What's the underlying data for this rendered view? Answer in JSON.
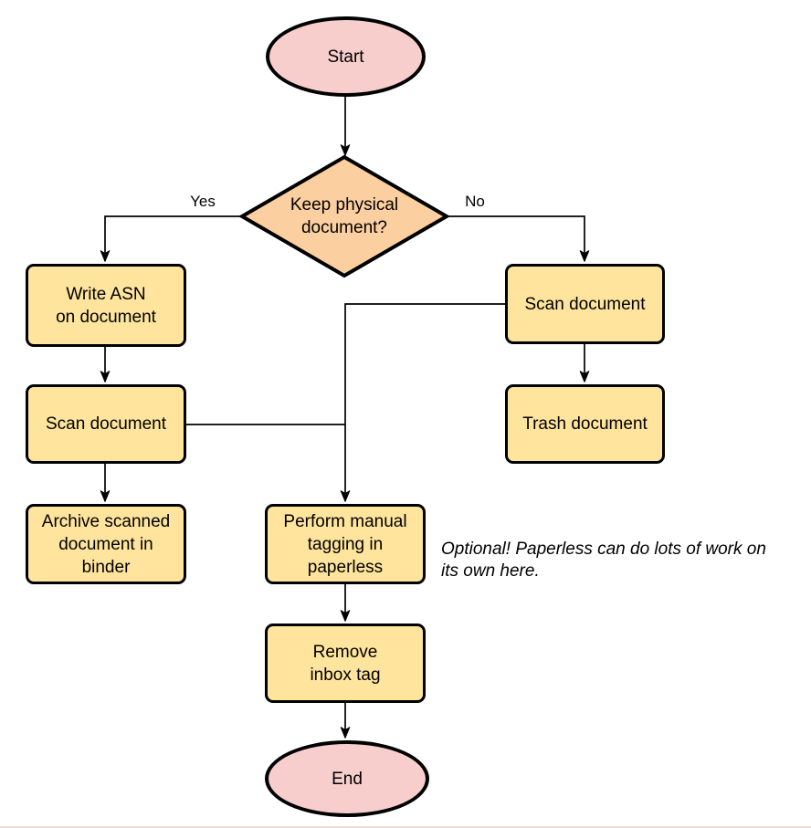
{
  "colors": {
    "terminal_fill": "#f8cecd",
    "decision_fill": "#fccfa0",
    "process_fill": "#ffe49d",
    "stroke": "#000000",
    "bottom_edge_line": "#f5dddc"
  },
  "nodes": {
    "start": {
      "label": "Start"
    },
    "decision": {
      "label": "Keep physical\ndocument?"
    },
    "write_asn": {
      "label": "Write ASN\non document"
    },
    "scan_left": {
      "label": "Scan document"
    },
    "archive": {
      "label": "Archive scanned\ndocument in\nbinder"
    },
    "scan_right": {
      "label": "Scan document"
    },
    "trash": {
      "label": "Trash document"
    },
    "perform_tagging": {
      "label": "Perform manual\ntagging in\npaperless"
    },
    "remove_inbox": {
      "label": "Remove\ninbox tag"
    },
    "end": {
      "label": "End"
    }
  },
  "edge_labels": {
    "yes": "Yes",
    "no": "No"
  },
  "note": {
    "text": "Optional! Paperless can do lots of work on\nits own here."
  }
}
